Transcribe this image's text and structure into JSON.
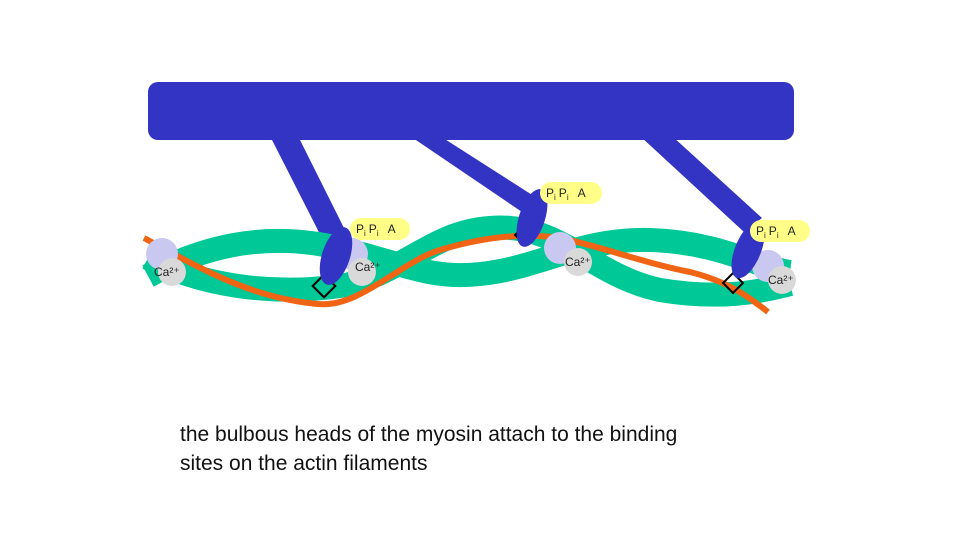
{
  "caption": {
    "line1": "the bulbous heads of the myosin attach to the binding",
    "line2": "sites on the actin filaments"
  },
  "labels": {
    "calcium": "Ca²⁺",
    "phosphate": "P",
    "phosphate_sub": "i",
    "adp": "A"
  },
  "colors": {
    "myosin": "#3434c4",
    "actin": "#00c896",
    "tropomyosin": "#f06414",
    "troponin_light": "#c8c8f0",
    "troponin_grey": "#d9d9d9",
    "phosphate_bubble": "#ffff88",
    "binding_site": "#000000"
  }
}
